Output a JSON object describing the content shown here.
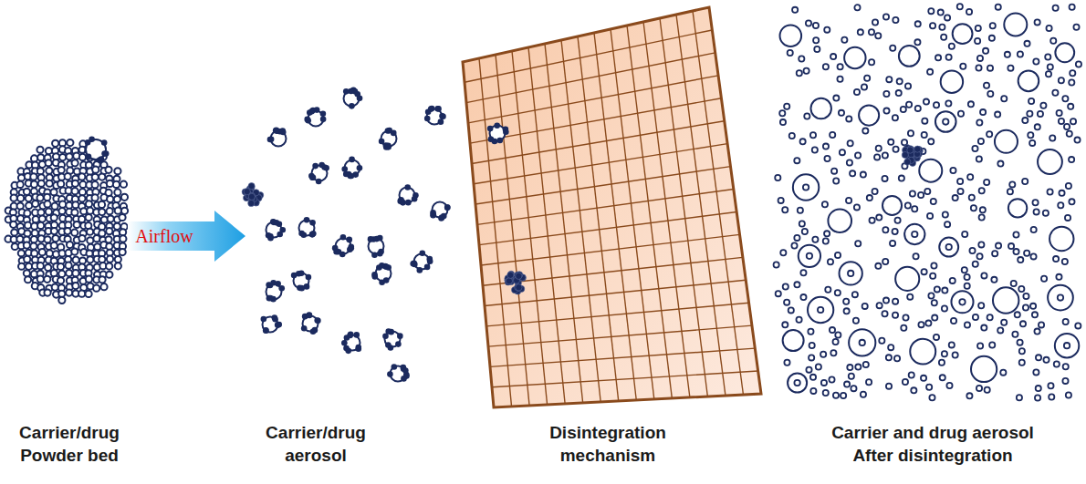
{
  "diagram": {
    "labels": [
      "Airflow",
      "Carrier/drug Powder bed",
      "Carrier/drug aerosol",
      "Disintegration mechanism",
      "Carrier and drug aerosol After disintegration"
    ]
  }
}
